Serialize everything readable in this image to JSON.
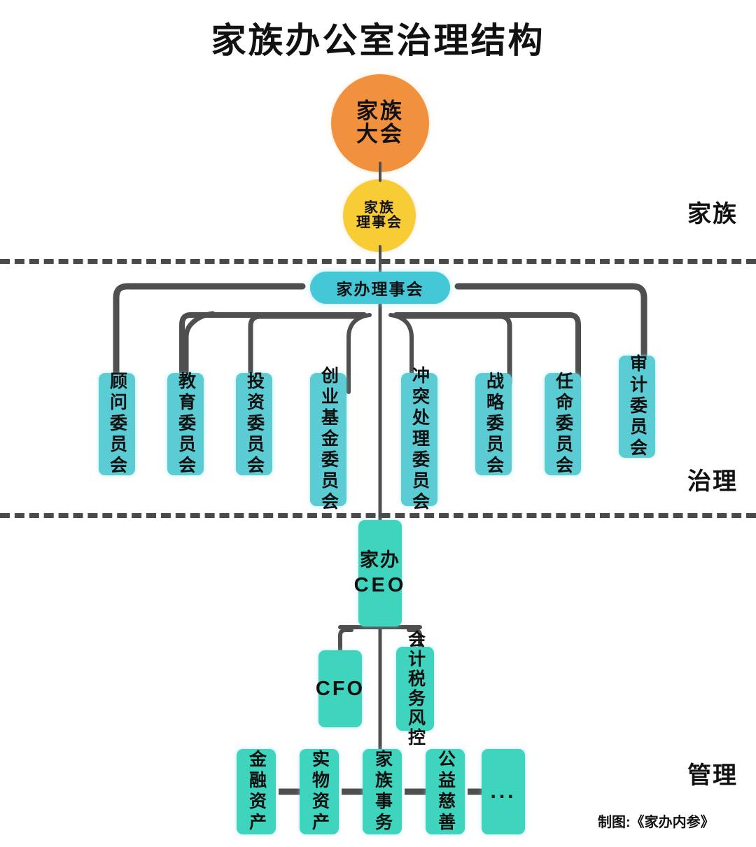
{
  "title": "家族办公室治理结构",
  "credit": "制图:《家办内参》",
  "bands": [
    {
      "key": "family",
      "label": "家族"
    },
    {
      "key": "governance",
      "label": "治理"
    },
    {
      "key": "management",
      "label": "管理"
    }
  ],
  "colors": {
    "orange": "#F2913D",
    "yellow": "#F7CC35",
    "teal_pill": "#44C8D8",
    "teal_box": "#5BCBD4",
    "green_box": "#3FD4BE",
    "connector": "#4F4F4F",
    "text": "#111111",
    "background": "#FFFFFF"
  },
  "family": {
    "assembly": {
      "line1": "家族",
      "line2": "大会"
    },
    "council": {
      "line1": "家族",
      "line2": "理事会"
    }
  },
  "governance": {
    "board": {
      "label": "家办理事会"
    },
    "committees": [
      {
        "label": "顾问委员会"
      },
      {
        "label": "教育委员会"
      },
      {
        "label": "投资委员会"
      },
      {
        "label": "创业基金委员会"
      },
      {
        "label": "冲突处理委员会"
      },
      {
        "label": "战略委员会"
      },
      {
        "label": "任命委员会"
      },
      {
        "label": "审计委员会"
      }
    ]
  },
  "management": {
    "ceo": {
      "cn": "家办",
      "en": "CEO"
    },
    "direct_reports": [
      {
        "label": "CFO"
      },
      {
        "label": "会计税务风控"
      }
    ],
    "functions": [
      {
        "label": "金融资产"
      },
      {
        "label": "实物资产"
      },
      {
        "label": "家族事务"
      },
      {
        "label": "公益慈善"
      },
      {
        "label": "..."
      }
    ]
  }
}
